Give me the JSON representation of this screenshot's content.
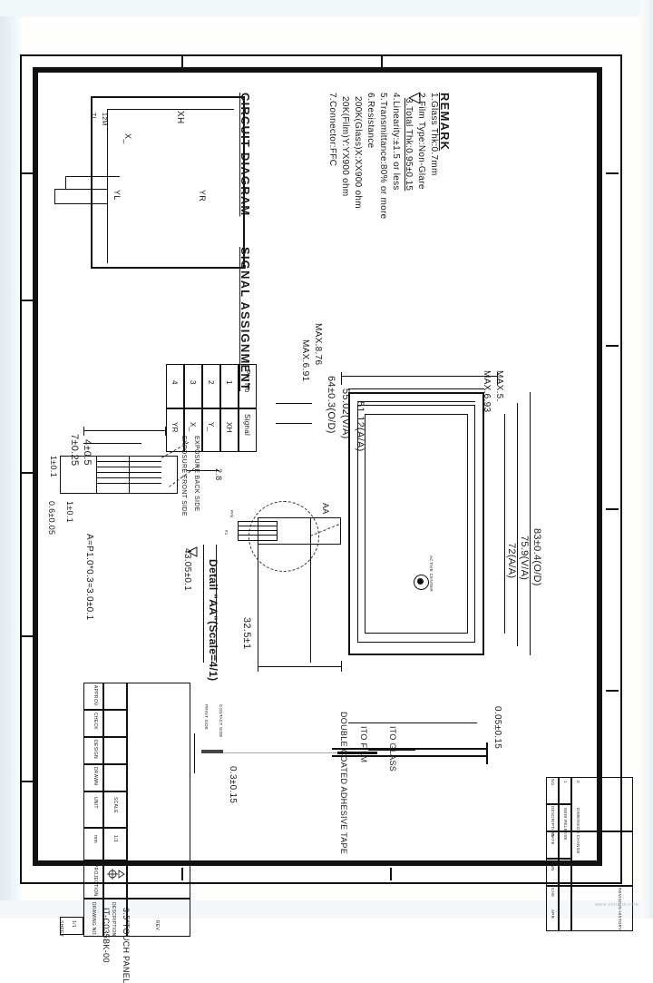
{
  "document": {
    "type": "engineering-drawing",
    "watermark": "www.elcodis.com"
  },
  "circuit_diagram": {
    "title": "CIRCUIT DIAGRAM",
    "labels": {
      "xh": "XH",
      "xl": "X_",
      "yl": "YL",
      "yr": "YR",
      "resistor": "12M",
      "tl": "TL"
    }
  },
  "signal_assignment": {
    "title": "SIGNAL ASSIGNMENT",
    "headers": [
      "Pin No",
      "Signal"
    ],
    "rows": [
      {
        "pin": "1",
        "signal": "XH"
      },
      {
        "pin": "2",
        "signal": "Y_"
      },
      {
        "pin": "3",
        "signal": "X_"
      },
      {
        "pin": "4",
        "signal": "YR"
      }
    ]
  },
  "remark": {
    "title": "REMARK",
    "lines": [
      "1.Glass Thk:0.7mm",
      "2.Film Type:Non-Glare",
      "3.Total Thk:0.95±0.15",
      "4.Linearity:±1.5 or less",
      "5.Transmittance:80% or more",
      "6.Resistance",
      "  200K(Glass)X:XX900 ohm",
      "  20K(Film)Y:YX900 ohm",
      "7.Connector:FFC"
    ],
    "triangle_mark": "3"
  },
  "main_view": {
    "dims_horizontal": [
      "64±0.3(O/D)",
      "55.02(V/A)",
      "51.12(A/A)"
    ],
    "dims_vertical": [
      "83±0.4(O/D)",
      "75.9(V/A)",
      "72(A/A)"
    ],
    "dims_edge": [
      "MAX.5.",
      "MAX.6.93"
    ],
    "dims_left": [
      "MAX.6.91",
      "MAX.8.76"
    ],
    "bottom_dim": "32.5±1",
    "center_note": "ACTIVE CENTER",
    "detail_callout": "AA"
  },
  "detail_left": {
    "dims": [
      "7±0.25",
      "4±0.5",
      "1±0.1",
      "0.6±0.05",
      "1±0.1",
      "2.8"
    ],
    "formula": "A=P1.0*0.3=3.0±0.1",
    "notes": [
      "EXPOSURE FRONT SIDE",
      "EXPOSURE BACK SIDE"
    ]
  },
  "detail_aa": {
    "title": "Detail \"AA\"(Scale=4/1)",
    "dim": "43.05±0.1",
    "pin_label": "PIN",
    "pin_no": "#1"
  },
  "tape_detail": {
    "labels": [
      "DOUBLE COATED ADHESIVE TAPE",
      "ITO FILM",
      "ITO GLASS",
      "PRINT SIDE",
      "CONTACT SIDE"
    ],
    "dims": [
      "0.05±0.15",
      "0.3±0.15"
    ]
  },
  "title_block": {
    "rows_left": [
      "APPROV.",
      "CHECK",
      "DESIGN",
      "DRAWN"
    ],
    "unit_label": "UNIT",
    "unit_value": "mm",
    "scale_label": "SCALE",
    "scale_value": "1/1",
    "projection_label": "PROJECTION",
    "drawing_no_label": "DRAWING NO.",
    "drawing_no_value": "IT-C035BK-00",
    "description_label": "DESCRIPTION",
    "description_value": "3.5\"TOUCH PANEL",
    "sheet_label": "SHEET",
    "sheet_value": "1/1",
    "rev_label": "REV."
  },
  "revision_block": {
    "headers": [
      "NO.",
      "DESCRIPTION",
      "DATE",
      "DWN",
      "CHK",
      "APR"
    ],
    "rows": [
      {
        "no": "1",
        "desc": "NEW RELEASE",
        "date": "",
        "dwn": "",
        "chk": "",
        "apr": ""
      },
      {
        "no": "2",
        "desc": "DIMENSION CHANGE",
        "date": "",
        "dwn": "",
        "chk": "",
        "apr": ""
      }
    ],
    "footer": "REVISION HISTORY"
  }
}
